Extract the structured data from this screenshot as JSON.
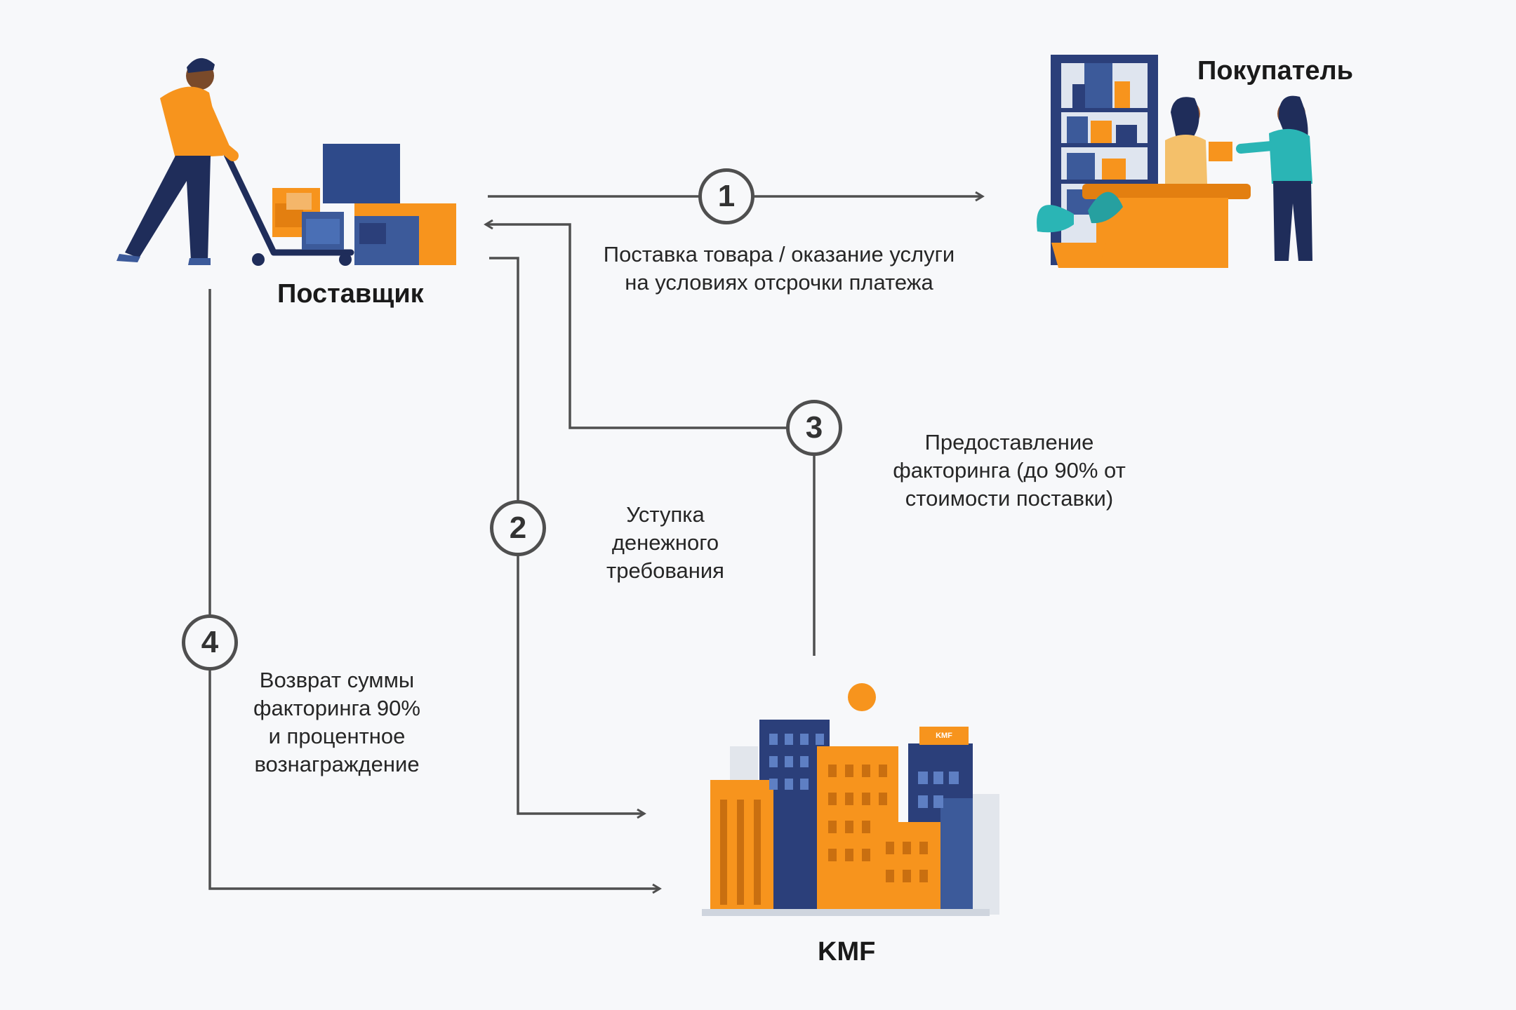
{
  "parties": {
    "supplier": "Поставщик",
    "buyer": "Покупатель",
    "factor": "KMF"
  },
  "logo_text": "KMF",
  "steps": [
    {
      "number": "1",
      "lines": [
        "Поставка товара / оказание услуги",
        "на условиях отсрочки платежа"
      ]
    },
    {
      "number": "2",
      "lines": [
        "Уступка",
        "денежного",
        "требования"
      ]
    },
    {
      "number": "3",
      "lines": [
        "Предоставление",
        "факторинга (до 90% от",
        "стоимости поставки)"
      ]
    },
    {
      "number": "4",
      "lines": [
        "Возврат суммы",
        "факторинга 90%",
        "и процентное",
        "вознаграждение"
      ]
    }
  ],
  "colors": {
    "orange": "#f7941d",
    "navy": "#2b3f7a",
    "blue": "#3c5a9a",
    "line": "#4f4f4f",
    "teal": "#2ab5b5"
  }
}
